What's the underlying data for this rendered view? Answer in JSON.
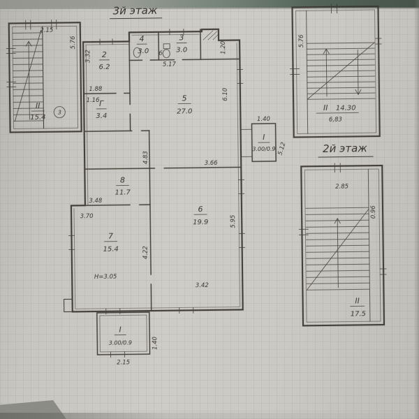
{
  "colors": {
    "ink": "#39362f",
    "paper": "#cbc9c3",
    "scanner_band": "#46544a"
  },
  "titles": {
    "floor3": "3й этаж",
    "floor2": "2й этаж"
  },
  "floor3": {
    "stairwell": {
      "dim_top": "2.15",
      "dim_side": "5.76",
      "label": "II",
      "area": "15.4",
      "badge": "3"
    },
    "room2": {
      "num": "2",
      "area": "6.2",
      "dim_side": "3.32",
      "dim_a": "1.88",
      "dim_b": "1.16"
    },
    "room4": {
      "num": "4",
      "area": "3.0"
    },
    "room3": {
      "num": "3",
      "area": "3.0",
      "fixture": "б"
    },
    "roomG": {
      "num": "Г",
      "area": "3.4"
    },
    "room5": {
      "num": "5",
      "area": "27.0",
      "dim_top": "5.17",
      "dim_right": "6.10",
      "dim_left": "4.83",
      "dim_bottom": "3.66",
      "dim_duct": "1.20"
    },
    "room8": {
      "num": "8",
      "area": "11.7",
      "dim_bottom": "3.48"
    },
    "room7": {
      "num": "7",
      "area": "15.4",
      "dim_top": "3.70",
      "dim_right": "4.22",
      "height_note": "Н=3.05"
    },
    "room6": {
      "num": "6",
      "area": "19.9",
      "dim_right": "5.95",
      "dim_bottom": "3.42"
    },
    "balcony_right": {
      "dim_top": "1.40",
      "label": "I",
      "area": "3.00/0.9",
      "dim_diag": "5.12"
    },
    "balcony_bottom": {
      "label": "I",
      "area": "3.00/0.9",
      "dim_width": "2.15",
      "dim_depth": "1.40"
    }
  },
  "stair_plan_top": {
    "dim_side": "5.76",
    "label": "II",
    "area": "14.30",
    "area2": "6,83"
  },
  "stair_plan_bottom": {
    "dim_top": "2.85",
    "dim_side": "0.96",
    "label": "II",
    "area": "17.5"
  }
}
